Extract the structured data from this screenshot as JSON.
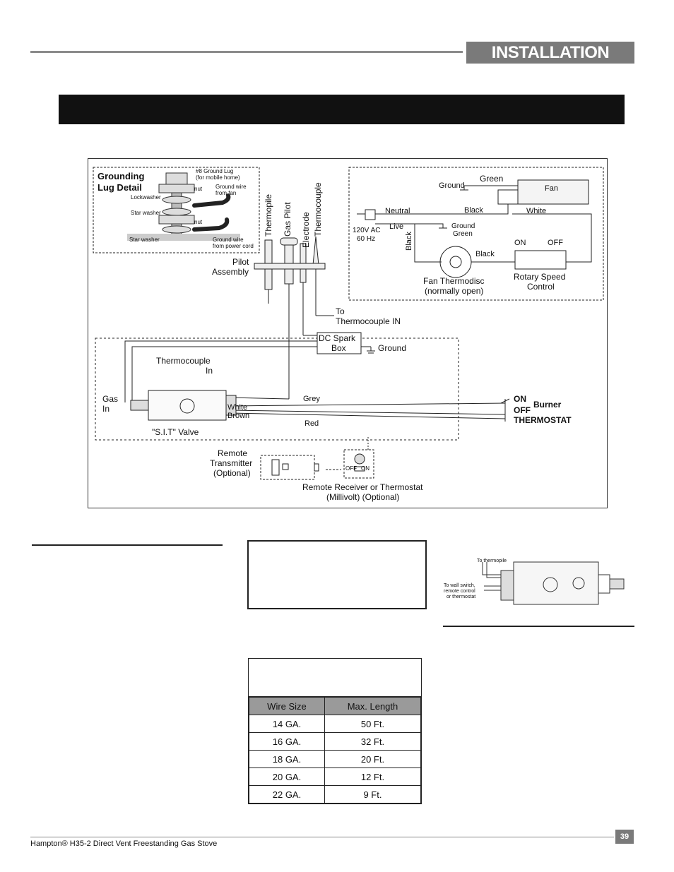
{
  "header": {
    "section_title": "INSTALLATION"
  },
  "diagram": {
    "grounding": {
      "title_line1": "Grounding",
      "title_line2": "Lug Detail",
      "ground_lug_1": "#8 Ground Lug",
      "ground_lug_2": "(for mobile home)",
      "nut_top": "nut",
      "lockwasher": "Lockwasher",
      "ground_wire_fan_1": "Ground wire",
      "ground_wire_fan_2": "from fan",
      "star_washer_mid": "Star washer",
      "nut_bottom": "nut",
      "star_washer_bottom": "Star washer",
      "ground_wire_power_1": "Ground wire",
      "ground_wire_power_2": "from power cord"
    },
    "pilot": {
      "thermopile": "Thermopile",
      "gas_pilot": "Gas Pilot",
      "electrode": "Electrode",
      "thermocouple": "Thermocouple",
      "assembly_1": "Pilot",
      "assembly_2": "Assembly",
      "to_tc_1": "To",
      "to_tc_2": "Thermocouple IN"
    },
    "spark": {
      "line1": "DC Spark",
      "line2": "Box",
      "ground": "Ground"
    },
    "valve": {
      "thermocouple_in_1": "Thermocouple",
      "thermocouple_in_2": "In",
      "gas_in_1": "Gas",
      "gas_in_2": "In",
      "white": "White",
      "brown": "Brown",
      "name": "\"S.I.T\" Valve",
      "grey": "Grey",
      "red": "Red"
    },
    "thermostat": {
      "on": "ON",
      "off": "OFF",
      "burner": "Burner",
      "name": "THERMOSTAT"
    },
    "remote": {
      "tx_1": "Remote",
      "tx_2": "Transmitter",
      "tx_3": "(Optional)",
      "rx_off": "OFF",
      "rx_on": "ON",
      "rx_1": "Remote Receiver or Thermostat",
      "rx_2": "(Millivolt) (Optional)"
    },
    "fan": {
      "ground": "Ground",
      "green": "Green",
      "fan": "Fan",
      "neutral": "Neutral",
      "black_top": "Black",
      "white": "White",
      "live": "Live",
      "ground_green_1": "Ground",
      "ground_green_2": "Green",
      "ac_1": "120V AC",
      "ac_2": "60 Hz",
      "black_vert": "Black",
      "black_mid": "Black",
      "on": "ON",
      "off": "OFF",
      "thermodisc_1": "Fan Thermodisc",
      "thermodisc_2": "(normally open)",
      "rotary_1": "Rotary Speed",
      "rotary_2": "Control"
    }
  },
  "valve_detail": {
    "to_thermopile": "To thermopile",
    "to_wall_1": "To wall switch,",
    "to_wall_2": "remote control",
    "to_wall_3": "or thermostat"
  },
  "wire_table": {
    "headers": [
      "Wire Size",
      "Max. Length"
    ],
    "rows": [
      [
        "14 GA.",
        "50 Ft."
      ],
      [
        "16 GA.",
        "32 Ft."
      ],
      [
        "18 GA.",
        "20 Ft."
      ],
      [
        "20 GA.",
        "12 Ft."
      ],
      [
        "22 GA.",
        "9 Ft."
      ]
    ]
  },
  "footer": {
    "text": "Hampton® H35-2 Direct Vent Freestanding Gas Stove",
    "page": "39"
  }
}
